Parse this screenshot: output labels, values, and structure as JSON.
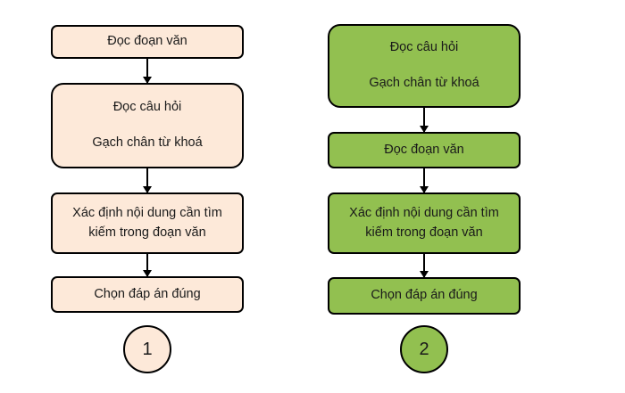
{
  "colors": {
    "flow1_fill": "#FDE9D9",
    "flow2_fill": "#92C050",
    "stroke": "#000000"
  },
  "flow1": {
    "label": "1",
    "steps": [
      {
        "lines": [
          "Đọc đoạn văn"
        ]
      },
      {
        "lines": [
          "Đọc câu hỏi",
          "Gạch chân từ khoá"
        ]
      },
      {
        "lines": [
          "Xác định nội dung cần tìm",
          "kiếm trong đoạn văn"
        ]
      },
      {
        "lines": [
          "Chọn đáp án đúng"
        ]
      }
    ]
  },
  "flow2": {
    "label": "2",
    "steps": [
      {
        "lines": [
          "Đọc câu hỏi",
          "Gạch chân từ khoá"
        ]
      },
      {
        "lines": [
          "Đọc đoạn văn"
        ]
      },
      {
        "lines": [
          "Xác định nội dung cần tìm",
          "kiếm trong đoạn văn"
        ]
      },
      {
        "lines": [
          "Chọn đáp án đúng"
        ]
      }
    ]
  }
}
